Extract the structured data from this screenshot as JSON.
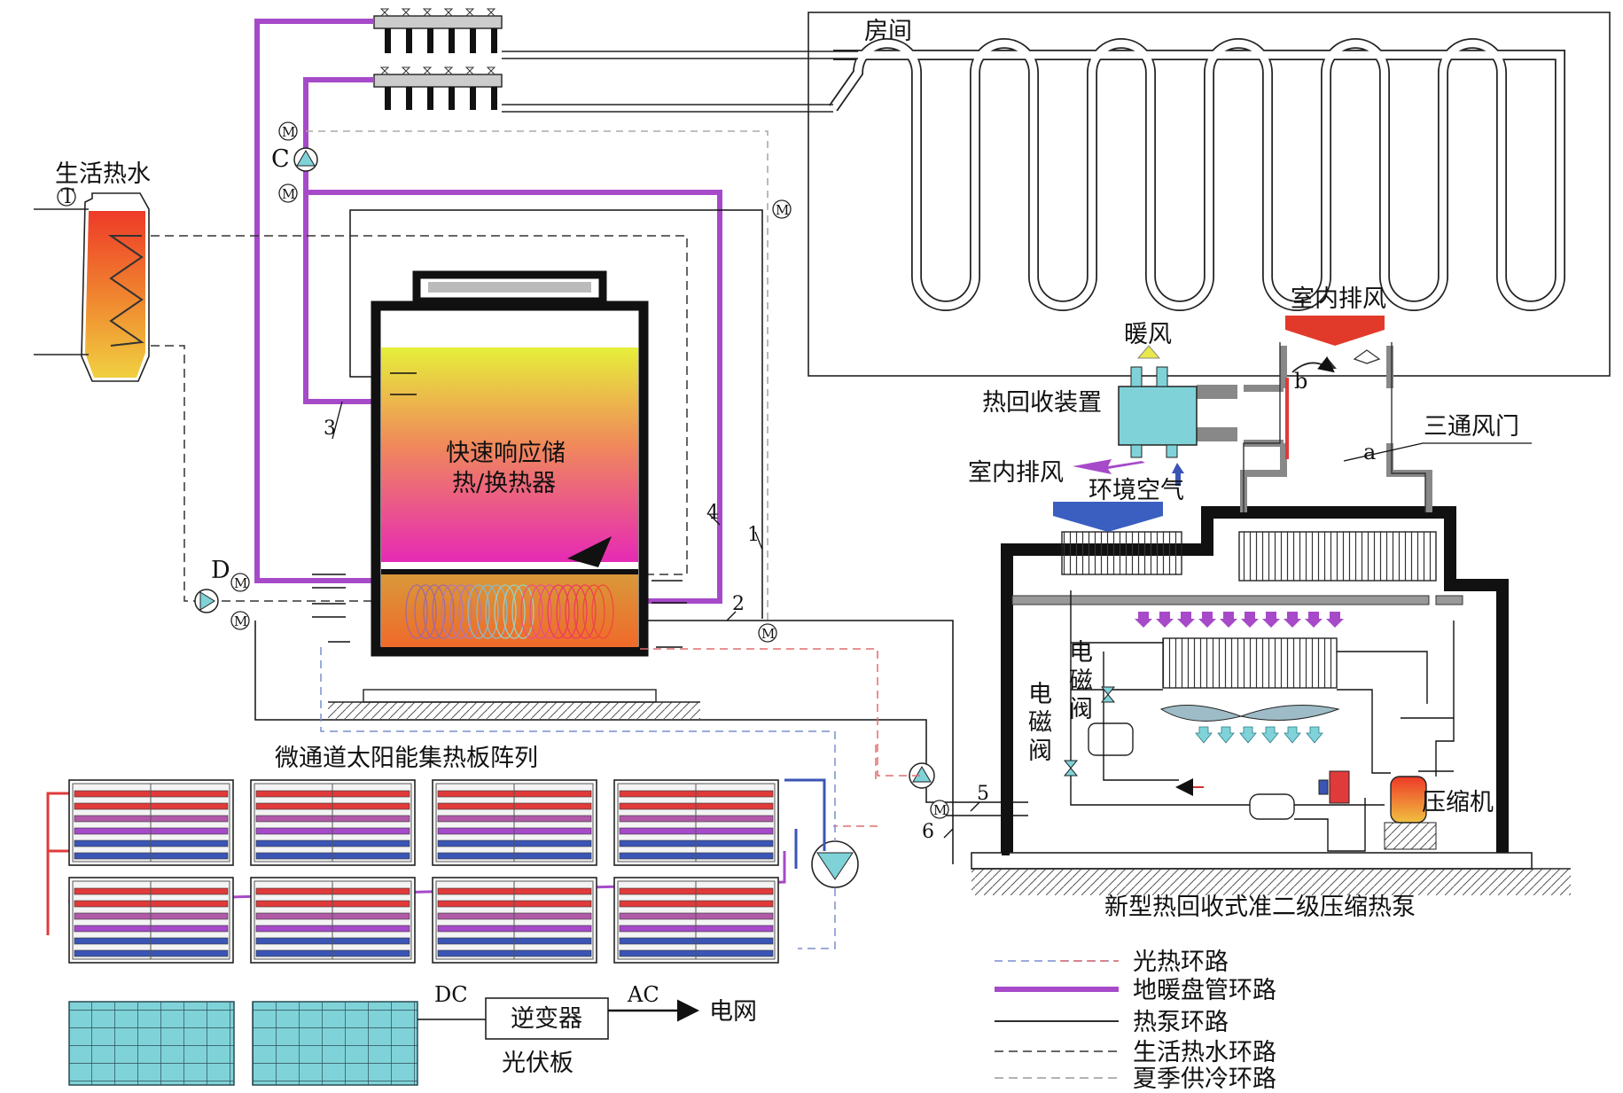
{
  "labels": {
    "room": "房间",
    "domestic_hot_water": "生活热水",
    "storage_exchanger_line1": "快速响应储",
    "storage_exchanger_line2": "热/换热器",
    "warm_air": "暖风",
    "heat_recovery_device": "热回收装置",
    "indoor_exhaust_top": "室内排风",
    "indoor_exhaust_left": "室内排风",
    "ambient_air": "环境空气",
    "three_way_damper": "三通风门",
    "solenoid_valve_1": "电磁阀",
    "solenoid_valve_2": "电磁阀",
    "compressor": "压缩机",
    "solar_array": "微通道太阳能集热板阵列",
    "heat_pump_title": "新型热回收式准二级压缩热泵",
    "inverter": "逆变器",
    "pv_panel": "光伏板",
    "dc": "DC",
    "ac": "AC",
    "grid": "电网",
    "pump_c": "C",
    "pump_d": "D",
    "point_a": "a",
    "point_b": "b",
    "motor_valve": "M",
    "thermometer": "T"
  },
  "points": [
    "1",
    "2",
    "3",
    "4",
    "5",
    "6"
  ],
  "legend": [
    {
      "label": "光热环路",
      "style": "photothermal-dashed",
      "color": "#e26f6f"
    },
    {
      "label": "地暖盘管环路",
      "style": "thick-solid",
      "color": "#a64ac9"
    },
    {
      "label": "热泵环路",
      "style": "thin-solid",
      "color": "#111111"
    },
    {
      "label": "生活热水环路",
      "style": "dark-dashed",
      "color": "#333333"
    },
    {
      "label": "夏季供冷环路",
      "style": "light-dashed",
      "color": "#9a9a9a"
    }
  ],
  "colors": {
    "floor_heating_loop": "#a64ac9",
    "solar_hot": "#e03a3a",
    "solar_cold": "#3a55b5",
    "heat_recovery_box": "#7fd3d8",
    "pv_cell": "#7fd3d8",
    "exhaust_arrow": "#e23a2a",
    "ambient_arrow": "#3a5fc0",
    "warm_arrow": "#e8e84a"
  }
}
